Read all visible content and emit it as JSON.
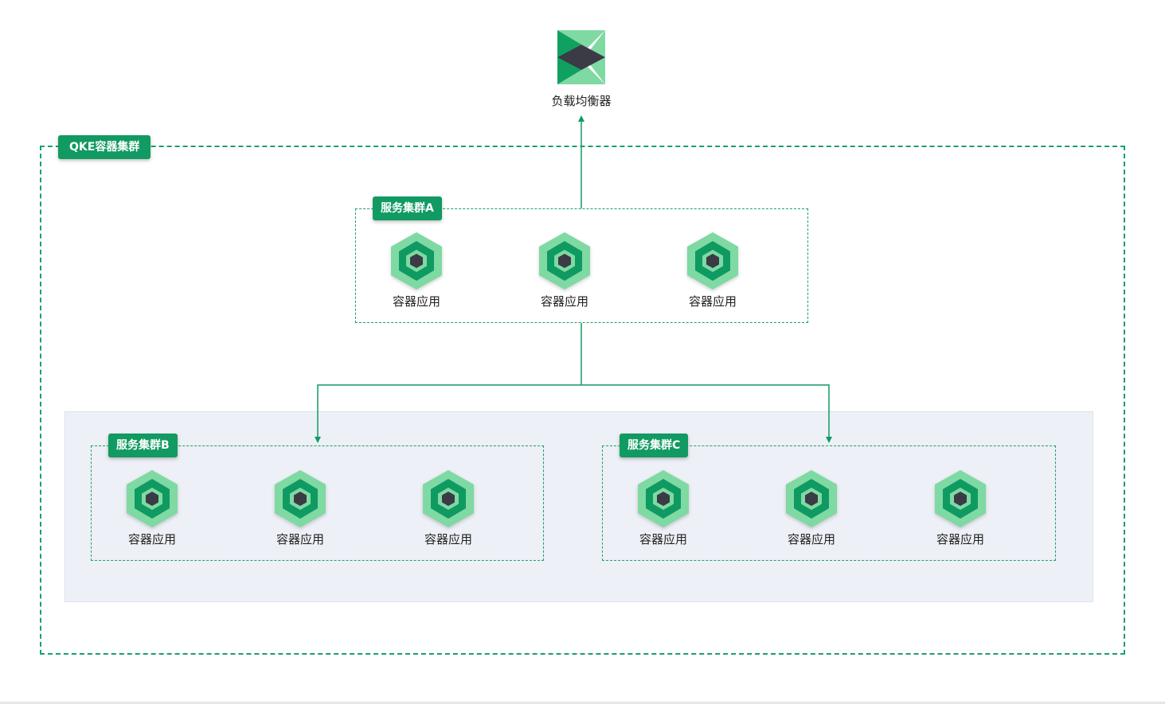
{
  "load_balancer": {
    "label": "负载均衡器",
    "icon": "load-balancer-icon"
  },
  "qke_cluster": {
    "label": "QKE容器集群"
  },
  "service_clusters": [
    {
      "label": "服务集群A",
      "apps": [
        {
          "label": "容器应用",
          "icon": "container-app-icon"
        },
        {
          "label": "容器应用",
          "icon": "container-app-icon"
        },
        {
          "label": "容器应用",
          "icon": "container-app-icon"
        }
      ]
    },
    {
      "label": "服务集群B",
      "apps": [
        {
          "label": "容器应用",
          "icon": "container-app-icon"
        },
        {
          "label": "容器应用",
          "icon": "container-app-icon"
        },
        {
          "label": "容器应用",
          "icon": "container-app-icon"
        }
      ]
    },
    {
      "label": "服务集群C",
      "apps": [
        {
          "label": "容器应用",
          "icon": "container-app-icon"
        },
        {
          "label": "容器应用",
          "icon": "container-app-icon"
        },
        {
          "label": "容器应用",
          "icon": "container-app-icon"
        }
      ]
    }
  ],
  "colors": {
    "accent": "#119a61",
    "dashed_border": "#1aa167",
    "hex_light": "#7fd9a3",
    "hex_dark": "#0f9a62",
    "core": "#3b3b45",
    "band_bg": "#edf0f6"
  }
}
